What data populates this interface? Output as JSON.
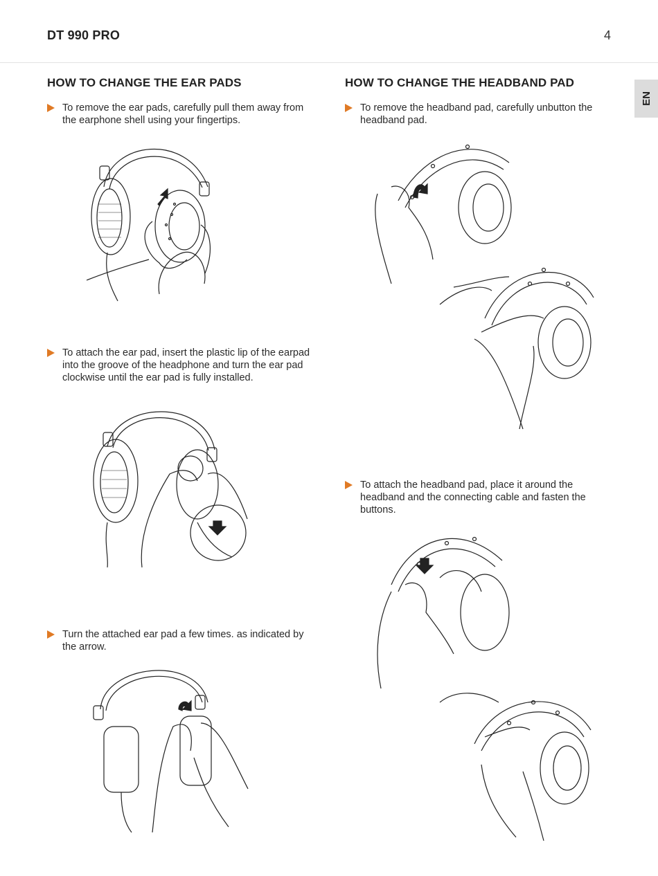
{
  "header": {
    "title": "DT 990 PRO",
    "page_number": "4",
    "language_tab": "EN"
  },
  "ear_pads": {
    "title": "HOW TO CHANGE THE EAR PADS",
    "steps": [
      "To remove the ear pads, carefully pull them away from the earphone shell using your fingertips.",
      "To attach the ear pad, insert the plastic lip of the earpad into the groove of the headphone and turn the ear pad clockwise until the ear pad is fully installed.",
      "Turn the attached ear pad a few times. as indicated by the arrow."
    ]
  },
  "headband_pad": {
    "title": "HOW TO CHANGE THE HEADBAND PAD",
    "steps": [
      "To remove the headband pad, carefully unbutton the headband pad.",
      "To attach the headband pad, place it around the headband and the connecting cable and fasten the buttons."
    ]
  },
  "colors": {
    "bullet": "#e07a25",
    "text": "#222222",
    "tab_background": "#dcdcdc"
  },
  "icons": [
    "triangle-bullet-icon",
    "headphone-illustration",
    "arrow-icon"
  ]
}
